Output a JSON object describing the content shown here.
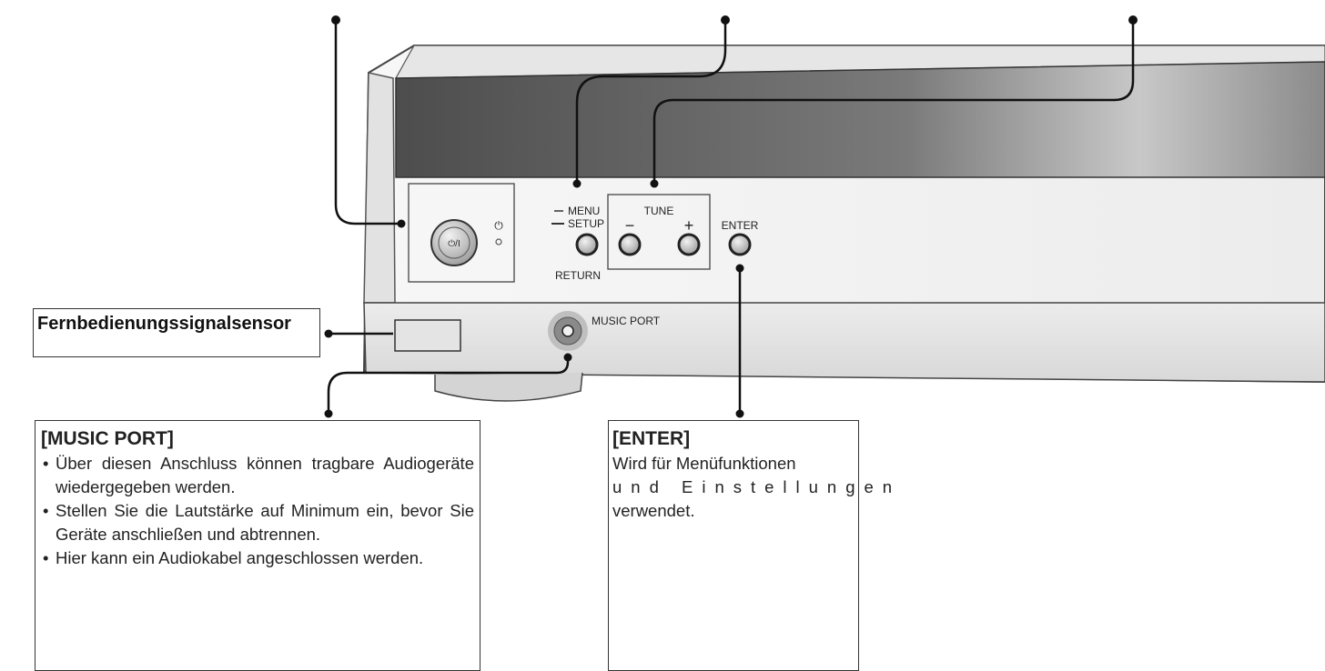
{
  "panel_labels": {
    "power_standby_symbol": "⏻",
    "power_button_label": "⏻/I",
    "menu": "MENU",
    "setup": "SETUP",
    "return": "RETURN",
    "tune": "TUNE",
    "tune_minus": "−",
    "tune_plus": "+",
    "enter": "ENTER",
    "music_port": "MUSIC PORT"
  },
  "remote_sensor_label": "Fernbedienungssignalsensor",
  "music_port_box": {
    "title": "[MUSIC PORT]",
    "bullets": [
      "Über diesen Anschluss können tragbare Audiogeräte wiedergegeben werden.",
      "Stellen Sie die Lautstärke auf Minimum ein, bevor Sie Geräte anschließen und abtrennen.",
      "Hier kann ein Audiokabel angeschlossen werden."
    ]
  },
  "enter_box": {
    "title": "[ENTER]",
    "line1": "Wird für Menüfunktionen",
    "line2": "und Einstellungen",
    "line3": "verwendet."
  },
  "colors": {
    "panel_light": "#f4f4f4",
    "panel_mid": "#dcdcdc",
    "display_dark": "#5a5a5a",
    "line": "#111111"
  }
}
